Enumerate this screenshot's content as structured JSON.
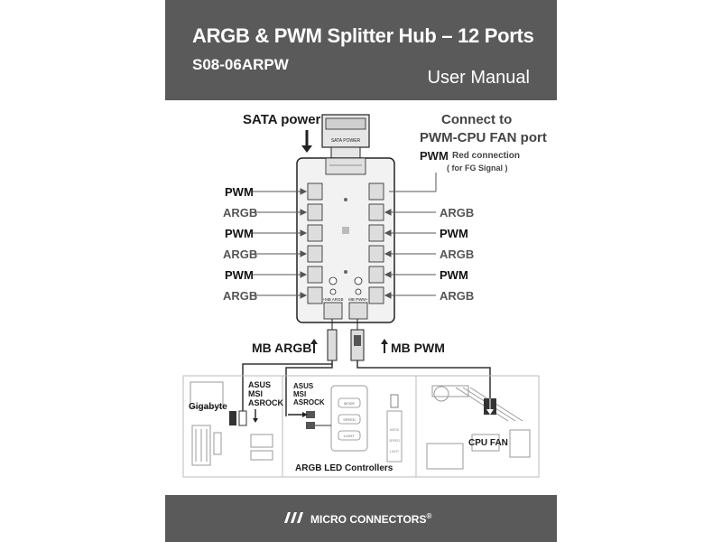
{
  "header": {
    "title": "ARGB & PWM Splitter Hub – 12 Ports",
    "model": "S08-06ARPW",
    "subtitle": "User Manual"
  },
  "labels": {
    "sata_power": "SATA power",
    "sata_connector_text": "SATA POWER",
    "connect_to_line1": "Connect to",
    "connect_to_line2": "PWM-CPU FAN port",
    "pwm_red": "PWM",
    "red_connection": "Red connection",
    "fg_signal": "( for FG Signal )",
    "left_ports": [
      "PWM",
      "ARGB",
      "PWM",
      "ARGB",
      "PWM",
      "ARGB"
    ],
    "right_ports": [
      "ARGB",
      "PWM",
      "ARGB",
      "PWM",
      "ARGB"
    ],
    "mb_argb": "MB ARGB",
    "mb_pwm": "MB PWM",
    "mb_argb_board": "+MB ARGB",
    "mb_pwm_board": "MB PWM+",
    "gigabyte": "Gigabyte",
    "asus_msi_asrock_1": [
      "ASUS",
      "MSI",
      "ASROCK"
    ],
    "asus_msi_asrock_2": [
      "ASUS",
      "MSI",
      "ASROCK"
    ],
    "controller_buttons": [
      "MODE",
      "SPEED",
      "LIGHT"
    ],
    "remote_buttons": [
      "MODE",
      "SPEED",
      "LIGHT"
    ],
    "argb_led_controllers": "ARGB LED Controllers",
    "cpu_fan": "CPU FAN"
  },
  "footer": {
    "brand": "MICRO CONNECTORS",
    "trademark": "®"
  },
  "colors": {
    "header_bg": "#5a5a5a",
    "board_fill": "#f2f2f2",
    "line": "#333333",
    "sketch": "#9a9a9a"
  }
}
